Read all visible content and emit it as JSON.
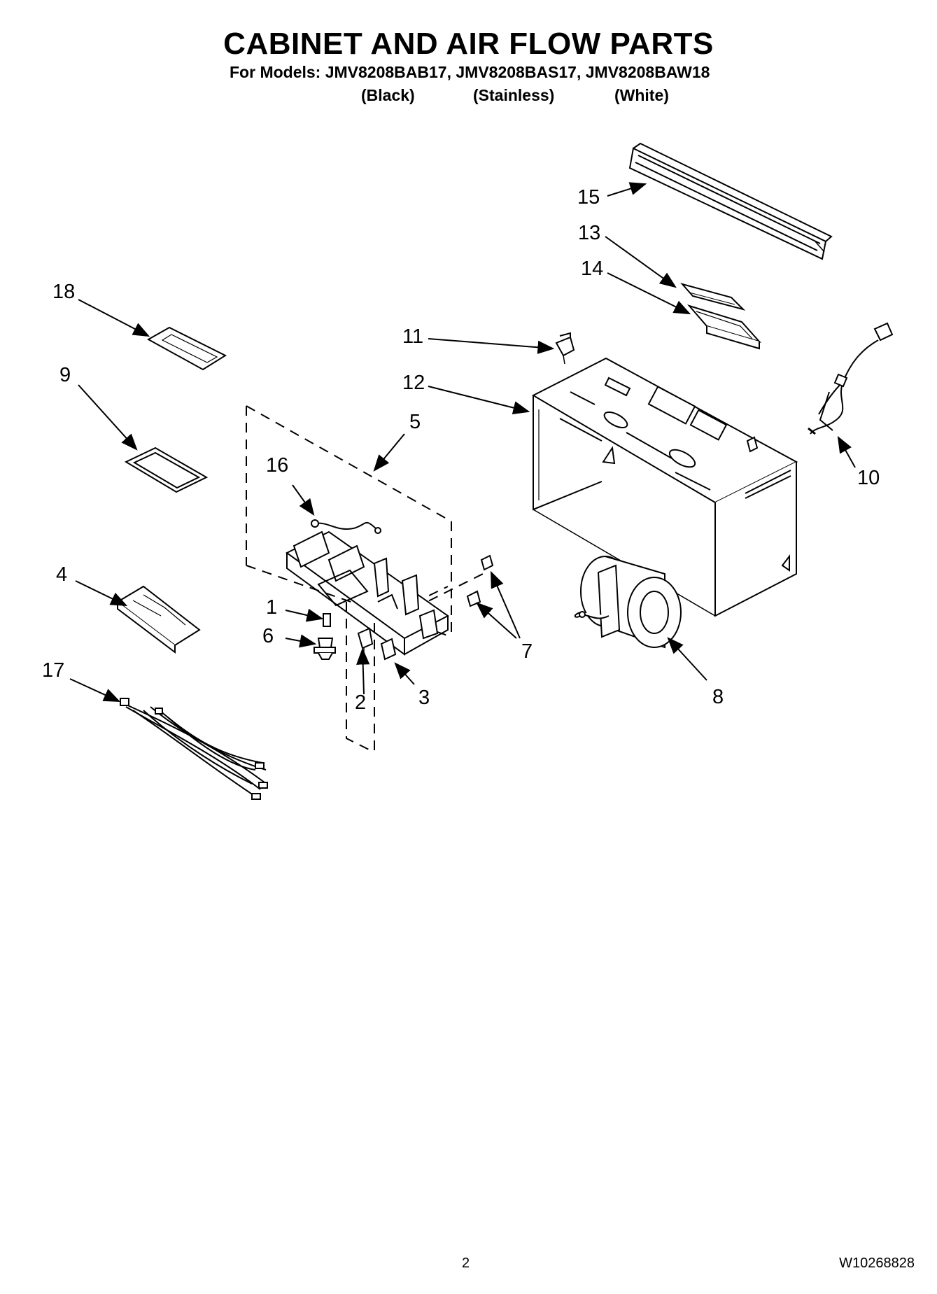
{
  "header": {
    "title": "CABINET AND AIR FLOW PARTS",
    "models_line": "For Models: JMV8208BAB17, JMV8208BAS17, JMV8208BAW18",
    "variants": [
      "(Black)",
      "(Stainless)",
      "(White)"
    ]
  },
  "callouts": [
    "1",
    "2",
    "3",
    "4",
    "5",
    "6",
    "7",
    "8",
    "9",
    "10",
    "11",
    "12",
    "13",
    "14",
    "15",
    "16",
    "17",
    "18"
  ],
  "footer": {
    "page_number": "2",
    "document_number": "W10268828"
  }
}
